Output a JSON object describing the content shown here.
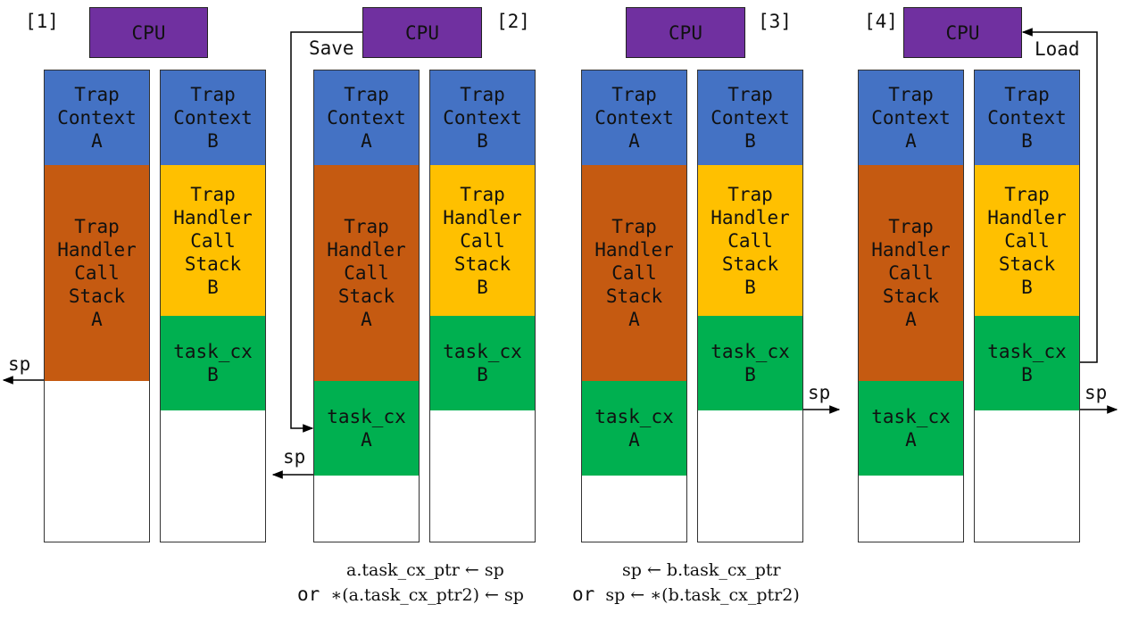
{
  "panels": [
    {
      "number": "[1]",
      "cpu": "CPU"
    },
    {
      "number": "[2]",
      "cpu": "CPU",
      "action": "Save"
    },
    {
      "number": "[3]",
      "cpu": "CPU"
    },
    {
      "number": "[4]",
      "cpu": "CPU",
      "action": "Load"
    }
  ],
  "segments": {
    "trap_context_a": "Trap\nContext\nA",
    "trap_context_b": "Trap\nContext\nB",
    "handler_stack_a": "Trap\nHandler\nCall\nStack\nA",
    "handler_stack_b": "Trap\nHandler\nCall\nStack\nB",
    "task_cx_a": "task_cx\nA",
    "task_cx_b": "task_cx\nB"
  },
  "sp_label": "sp",
  "formulas": {
    "save_line1": "a.task_cx_ptr ← sp",
    "save_or": "or",
    "save_line2": "∗(a.task_cx_ptr2) ← sp",
    "load_line1": "sp ← b.task_cx_ptr",
    "load_or": "or",
    "load_line2": "sp ← ∗(b.task_cx_ptr2)"
  },
  "colors": {
    "cpu": "#7030a0",
    "trap_context": "#4472c4",
    "handler_stack_a": "#c55a11",
    "handler_stack_b": "#ffc000",
    "task_cx": "#00b050"
  }
}
